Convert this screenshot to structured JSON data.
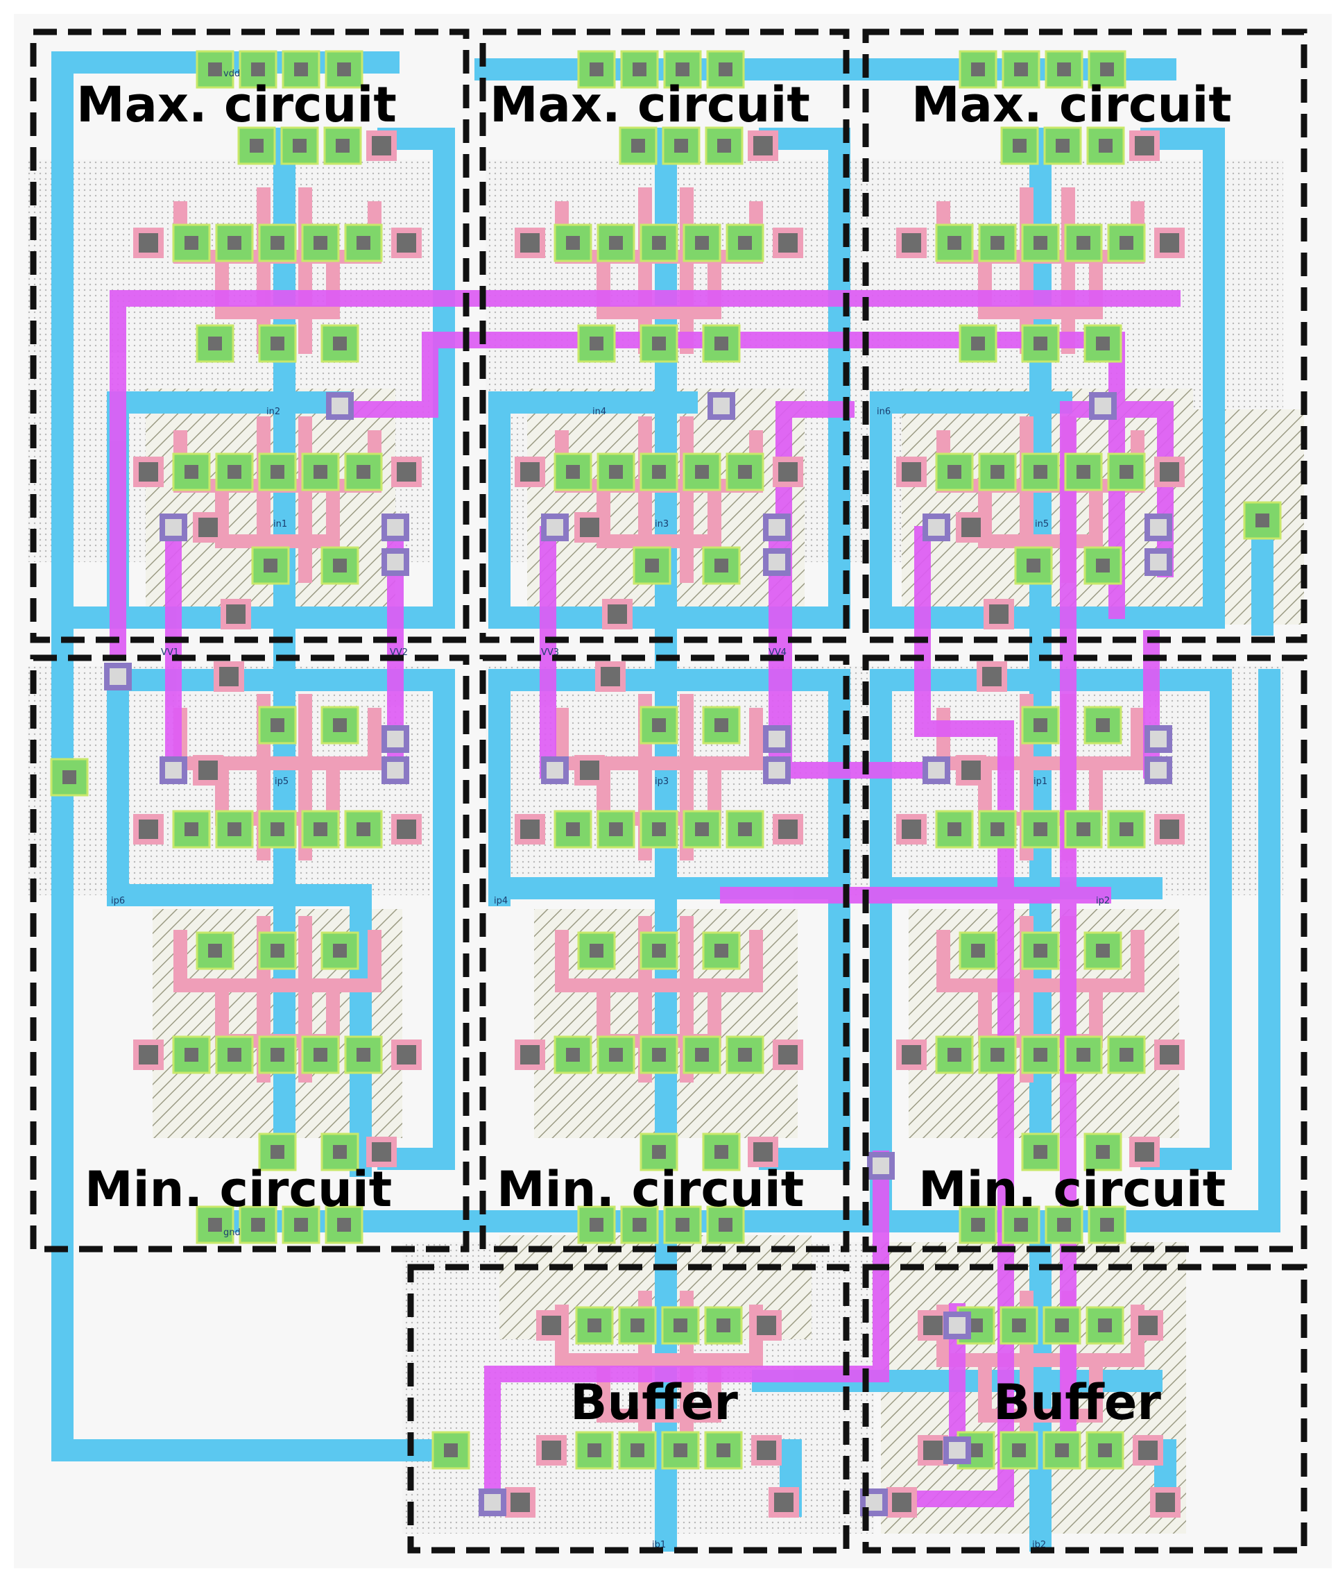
{
  "colors": {
    "background": "#f7f7f7",
    "metal1": "#5bc8f0",
    "metal2": "#de5cf4",
    "poly": "#ef9eb8",
    "diffusion": "#7fd66a",
    "contact": "#6d6d6d",
    "via": "#8a78c4",
    "block_outline": "#111111"
  },
  "blocks": [
    {
      "label": "Max. circuit"
    },
    {
      "label": "Max. circuit"
    },
    {
      "label": "Max. circuit"
    },
    {
      "label": "Min. circuit"
    },
    {
      "label": "Min. circuit"
    },
    {
      "label": "Min. circuit"
    },
    {
      "label": "Buffer"
    },
    {
      "label": "Buffer"
    }
  ],
  "pins": {
    "vdd": "vdd",
    "gnd": "gnd",
    "in1": "in1",
    "in2": "in2",
    "in3": "in3",
    "in4": "in4",
    "in5": "in5",
    "in6": "in6",
    "vv1": "VV1",
    "vv2": "VV2",
    "vv3": "VV3",
    "vv4": "VV4",
    "ip1": "ip1",
    "ip2": "ip2",
    "ip3": "ip3",
    "ip4": "ip4",
    "ip5": "ip5",
    "ip6": "ip6",
    "ib1": "ib1",
    "ib2": "ib2"
  }
}
